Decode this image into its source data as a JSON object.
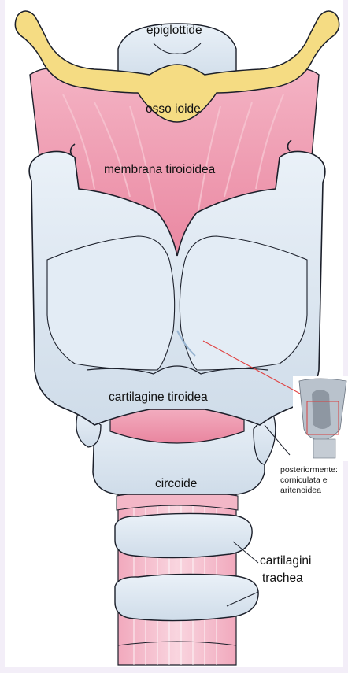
{
  "labels": {
    "epiglottide": "epiglottide",
    "osso_ioide": "osso ioide",
    "membrana": "membrana tiroioidea",
    "tiroidea": "cartilagine tiroidea",
    "circoide": "circoide",
    "trachea_line1": "cartilagini",
    "trachea_line2": "trachea",
    "post_line1": "posteriormente:",
    "post_line2": "corniculata e",
    "post_line3": "aritenoidea"
  },
  "colors": {
    "cartilage": "#dde8f2",
    "cartilage_stroke": "#1b1f2a",
    "bone": "#f5dc83",
    "membrane": "#ee9ab0",
    "membrane_light": "#f7c6d2",
    "background_frame": "#f3eef8",
    "pointer_red": "#e04040"
  }
}
